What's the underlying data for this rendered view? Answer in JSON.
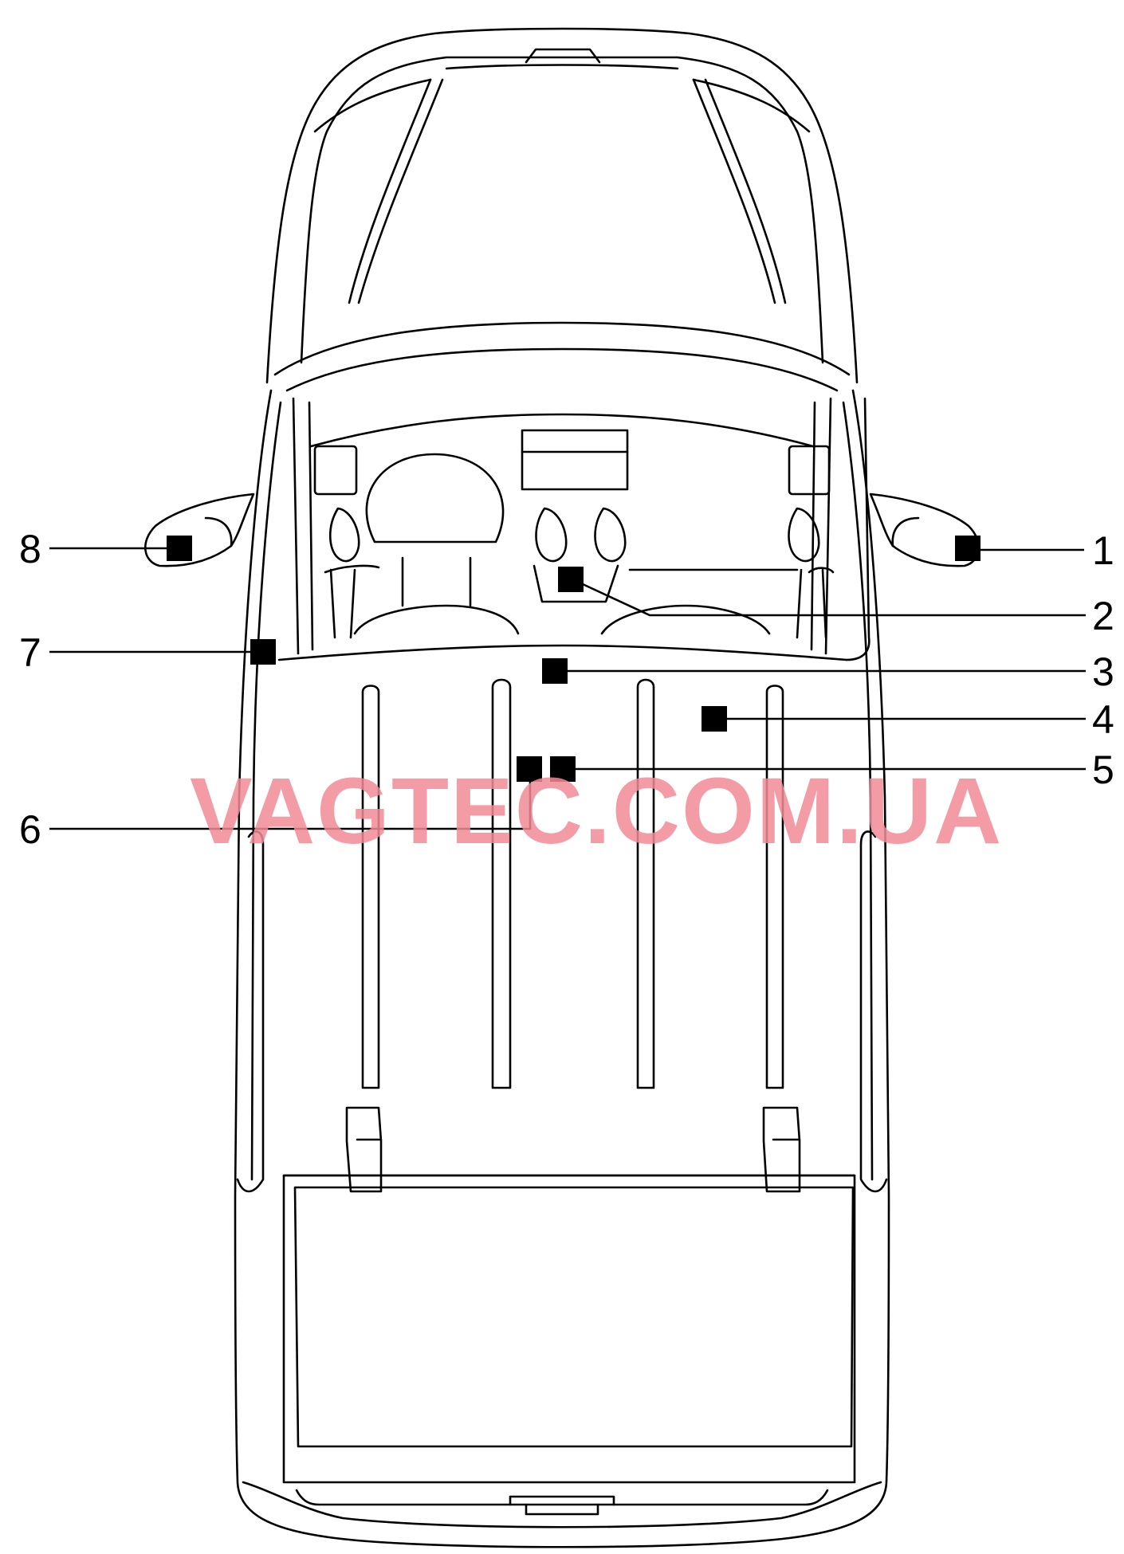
{
  "watermark": "VAGTEC.COM.UA",
  "callouts": {
    "c1": "1",
    "c2": "2",
    "c3": "3",
    "c4": "4",
    "c5": "5",
    "c6": "6",
    "c7": "7",
    "c8": "8"
  },
  "colors": {
    "line": "#000000",
    "marker": "#000000",
    "watermark": "#f28b97",
    "background": "#ffffff"
  }
}
